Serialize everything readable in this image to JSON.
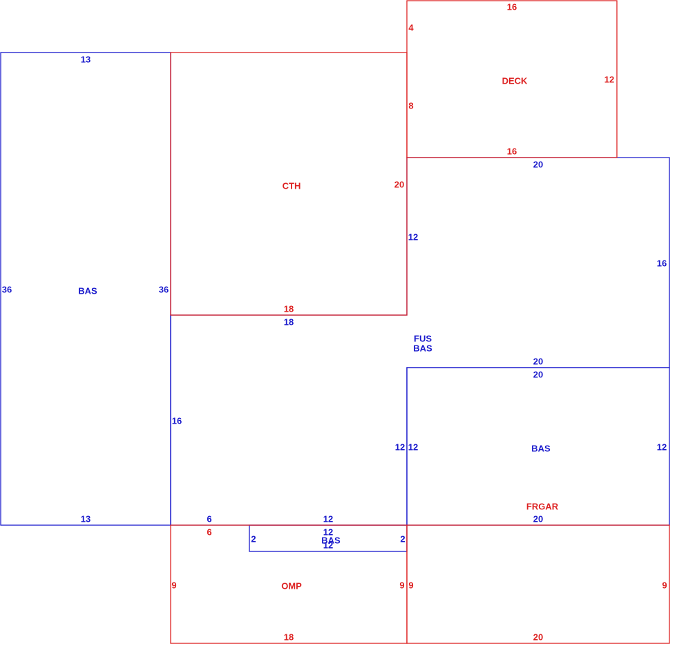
{
  "colors": {
    "blue": "#1a1acc",
    "red": "#dd2222"
  },
  "areas": {
    "bas_left": {
      "label": "BAS",
      "top": "13",
      "bottom": "13",
      "left": "36",
      "right": "36"
    },
    "cth": {
      "label": "CTH",
      "right": "20",
      "bottom": "18"
    },
    "deck": {
      "label": "DECK",
      "top": "16",
      "left_upper": "4",
      "left_lower": "8",
      "right": "12",
      "bottom": "16"
    },
    "fus_bas": {
      "label_line1": "FUS",
      "label_line2": "BAS",
      "top": "20",
      "right": "16",
      "left_upper": "12",
      "left_lower": "16",
      "top_left": "18",
      "step_bottom": "20",
      "right_lower": "12",
      "bottom_left": "6",
      "bottom_mid": "12"
    },
    "bas_right": {
      "label": "BAS",
      "top": "20",
      "left": "12",
      "right": "12",
      "bottom": "20"
    },
    "frgar": {
      "label": "FRGAR",
      "left": "9",
      "right": "9",
      "bottom": "20"
    },
    "omp": {
      "label": "OMP",
      "top": "6",
      "left": "9",
      "right": "9",
      "bottom": "18"
    },
    "bas_small": {
      "label": "BAS",
      "top": "12",
      "bottom": "12",
      "left": "2",
      "right": "2"
    }
  }
}
